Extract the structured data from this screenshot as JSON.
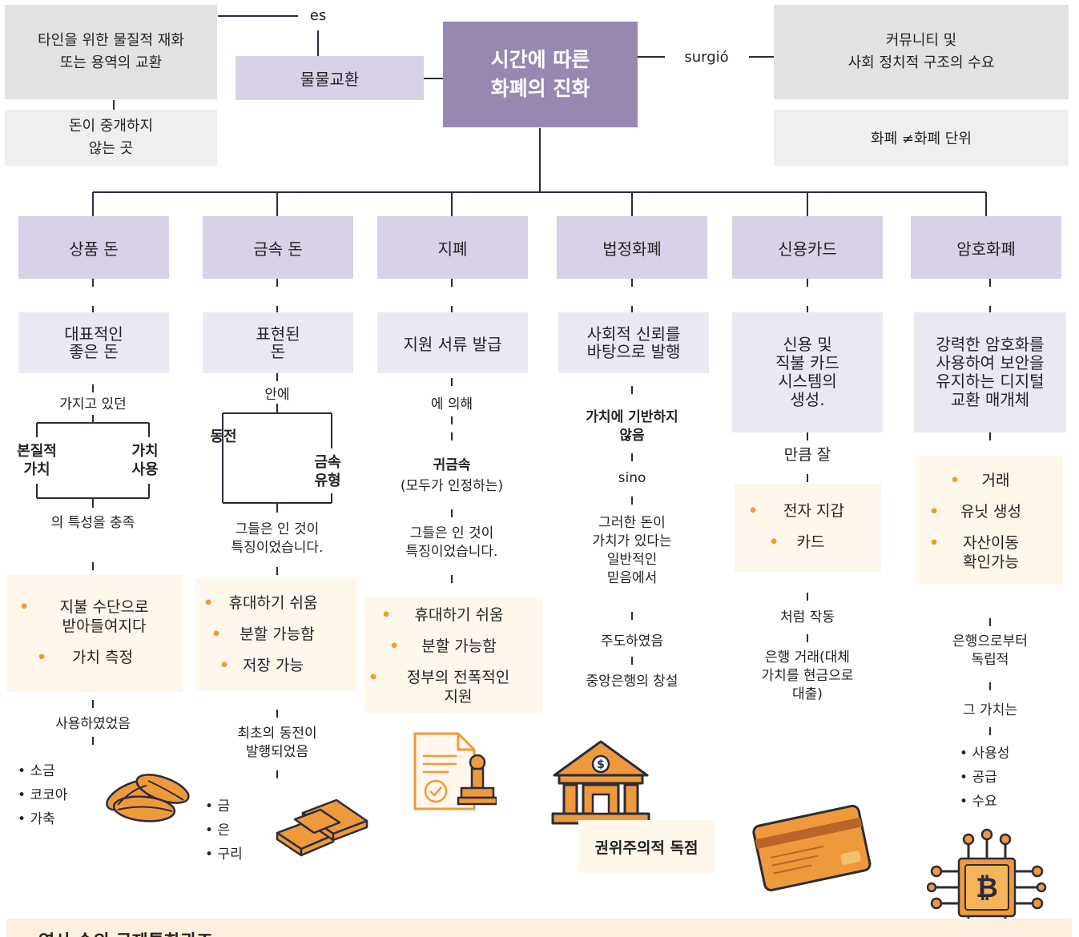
{
  "title": "시간에 따른\n화폐의 진화",
  "connector_es": "es",
  "connector_surgio": "surgió",
  "barter": {
    "label": "물물교환",
    "definition": "타인을 위한 물질적 재화\n또는 용역의 교환",
    "note": "돈이 중개하지\n않는 곳"
  },
  "need": {
    "label": "커뮤니티 및\n사회 정치적 구조의 수요",
    "note": "화폐 ≠화폐 단위"
  },
  "branches": [
    {
      "title": "상품 돈",
      "desc": "대표적인\n좋은 돈"
    },
    {
      "title": "금속 돈",
      "desc": "표현된\n돈"
    },
    {
      "title": "지폐",
      "desc": "지원 서류 발급"
    },
    {
      "title": "법정화폐",
      "desc": "사회적 신뢰를\n바탕으로 발행"
    },
    {
      "title": "신용카드",
      "desc": "신용 및\n직불 카드\n시스템의\n생성."
    },
    {
      "title": "암호화폐",
      "desc": "강력한 암호화를\n사용하여 보안을\n유지하는 디지털\n교환 매개체"
    }
  ],
  "commodity": {
    "having": "가지고 있던",
    "left": "본질적\n가치",
    "right": "가치\n사용",
    "meets": "의 특성을 충족",
    "bullets": [
      "지불 수단으로\n받아들여지다",
      "가치 측정"
    ],
    "used": "사용하였었음",
    "examples": [
      "소금",
      "코코아",
      "가축"
    ]
  },
  "metal": {
    "in": "안에",
    "left": "동전",
    "right": "금속\n유형",
    "feature": "그들은 인 것이\n특징이었습니다.",
    "bullets": [
      "휴대하기 쉬움",
      "분할 가능함",
      "저장 가능"
    ],
    "first": "최초의 동전이\n발행되었음",
    "examples": [
      "금",
      "은",
      "구리"
    ]
  },
  "paper": {
    "by": "에 의해",
    "precious": "귀금속",
    "precious_note": "(모두가 인정하는)",
    "feature": "그들은 인 것이\n특징이었습니다.",
    "bullets": [
      "휴대하기 쉬움",
      "분할 가능함",
      "정부의 전폭적인\n지원"
    ]
  },
  "fiat": {
    "not_value": "가치에 기반하지\n않음",
    "sino": "sino",
    "belief": "그러한 돈이\n가치가 있다는\n일반적인\n믿음에서",
    "led": "주도하였음",
    "central": "중앙은행의 창설",
    "monopoly": "권위주의적 독점"
  },
  "credit": {
    "asmuch": "만큼 잘",
    "bullets": [
      "전자 지갑",
      "카드"
    ],
    "works": "처럼 작동",
    "bank": "은행 거래(대체\n가치를 현금으로\n대출)"
  },
  "crypto": {
    "bullets": [
      "거래",
      "유닛 생성",
      "자산이동\n확인가능"
    ],
    "independent": "은행으로부터\n독립적",
    "value": "그 가치는",
    "examples": [
      "사용성",
      "공급",
      "수요"
    ]
  },
  "footer": "역사 속의 국제통화관조",
  "colors": {
    "main": "#9788b2",
    "lavender": "#d9d1e6",
    "grey": "#e2e2e5",
    "accent": "#f29a2e",
    "cream": "#fff6ec"
  }
}
